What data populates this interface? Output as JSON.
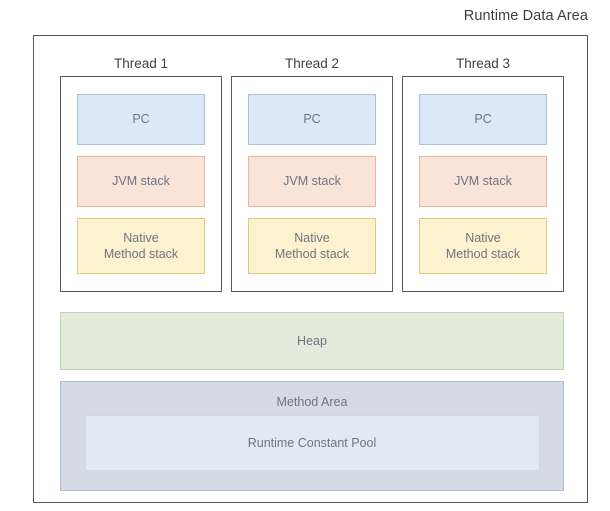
{
  "diagram": {
    "title": "Runtime Data Area",
    "threads": [
      {
        "label": "Thread 1",
        "regions": [
          {
            "name": "pc",
            "label": "PC",
            "color": "#dce8f5"
          },
          {
            "name": "jvm-stack",
            "label": "JVM stack",
            "color": "#fae3d8"
          },
          {
            "name": "native-method-stack",
            "label": "Native\nMethod stack",
            "line1": "Native",
            "line2": "Method stack",
            "color": "#fdf2d0"
          }
        ]
      },
      {
        "label": "Thread 2",
        "regions": [
          {
            "name": "pc",
            "label": "PC",
            "color": "#dce8f5"
          },
          {
            "name": "jvm-stack",
            "label": "JVM stack",
            "color": "#fae3d8"
          },
          {
            "name": "native-method-stack",
            "label": "Native\nMethod stack",
            "line1": "Native",
            "line2": "Method stack",
            "color": "#fdf2d0"
          }
        ]
      },
      {
        "label": "Thread 3",
        "regions": [
          {
            "name": "pc",
            "label": "PC",
            "color": "#dce8f5"
          },
          {
            "name": "jvm-stack",
            "label": "JVM stack",
            "color": "#fae3d8"
          },
          {
            "name": "native-method-stack",
            "label": "Native\nMethod stack",
            "line1": "Native",
            "line2": "Method stack",
            "color": "#fdf2d0"
          }
        ]
      }
    ],
    "heap": {
      "label": "Heap",
      "color": "#e3ecdb"
    },
    "method_area": {
      "label": "Method Area",
      "color": "#d5dbe6",
      "constant_pool": {
        "label": "Runtime Constant Pool",
        "color": "#e0eaf5"
      }
    },
    "colors": {
      "frame_border": "#595959",
      "thread_border": "#555a5f",
      "text": "#6f7480",
      "title_text": "#3f3f3f"
    }
  }
}
